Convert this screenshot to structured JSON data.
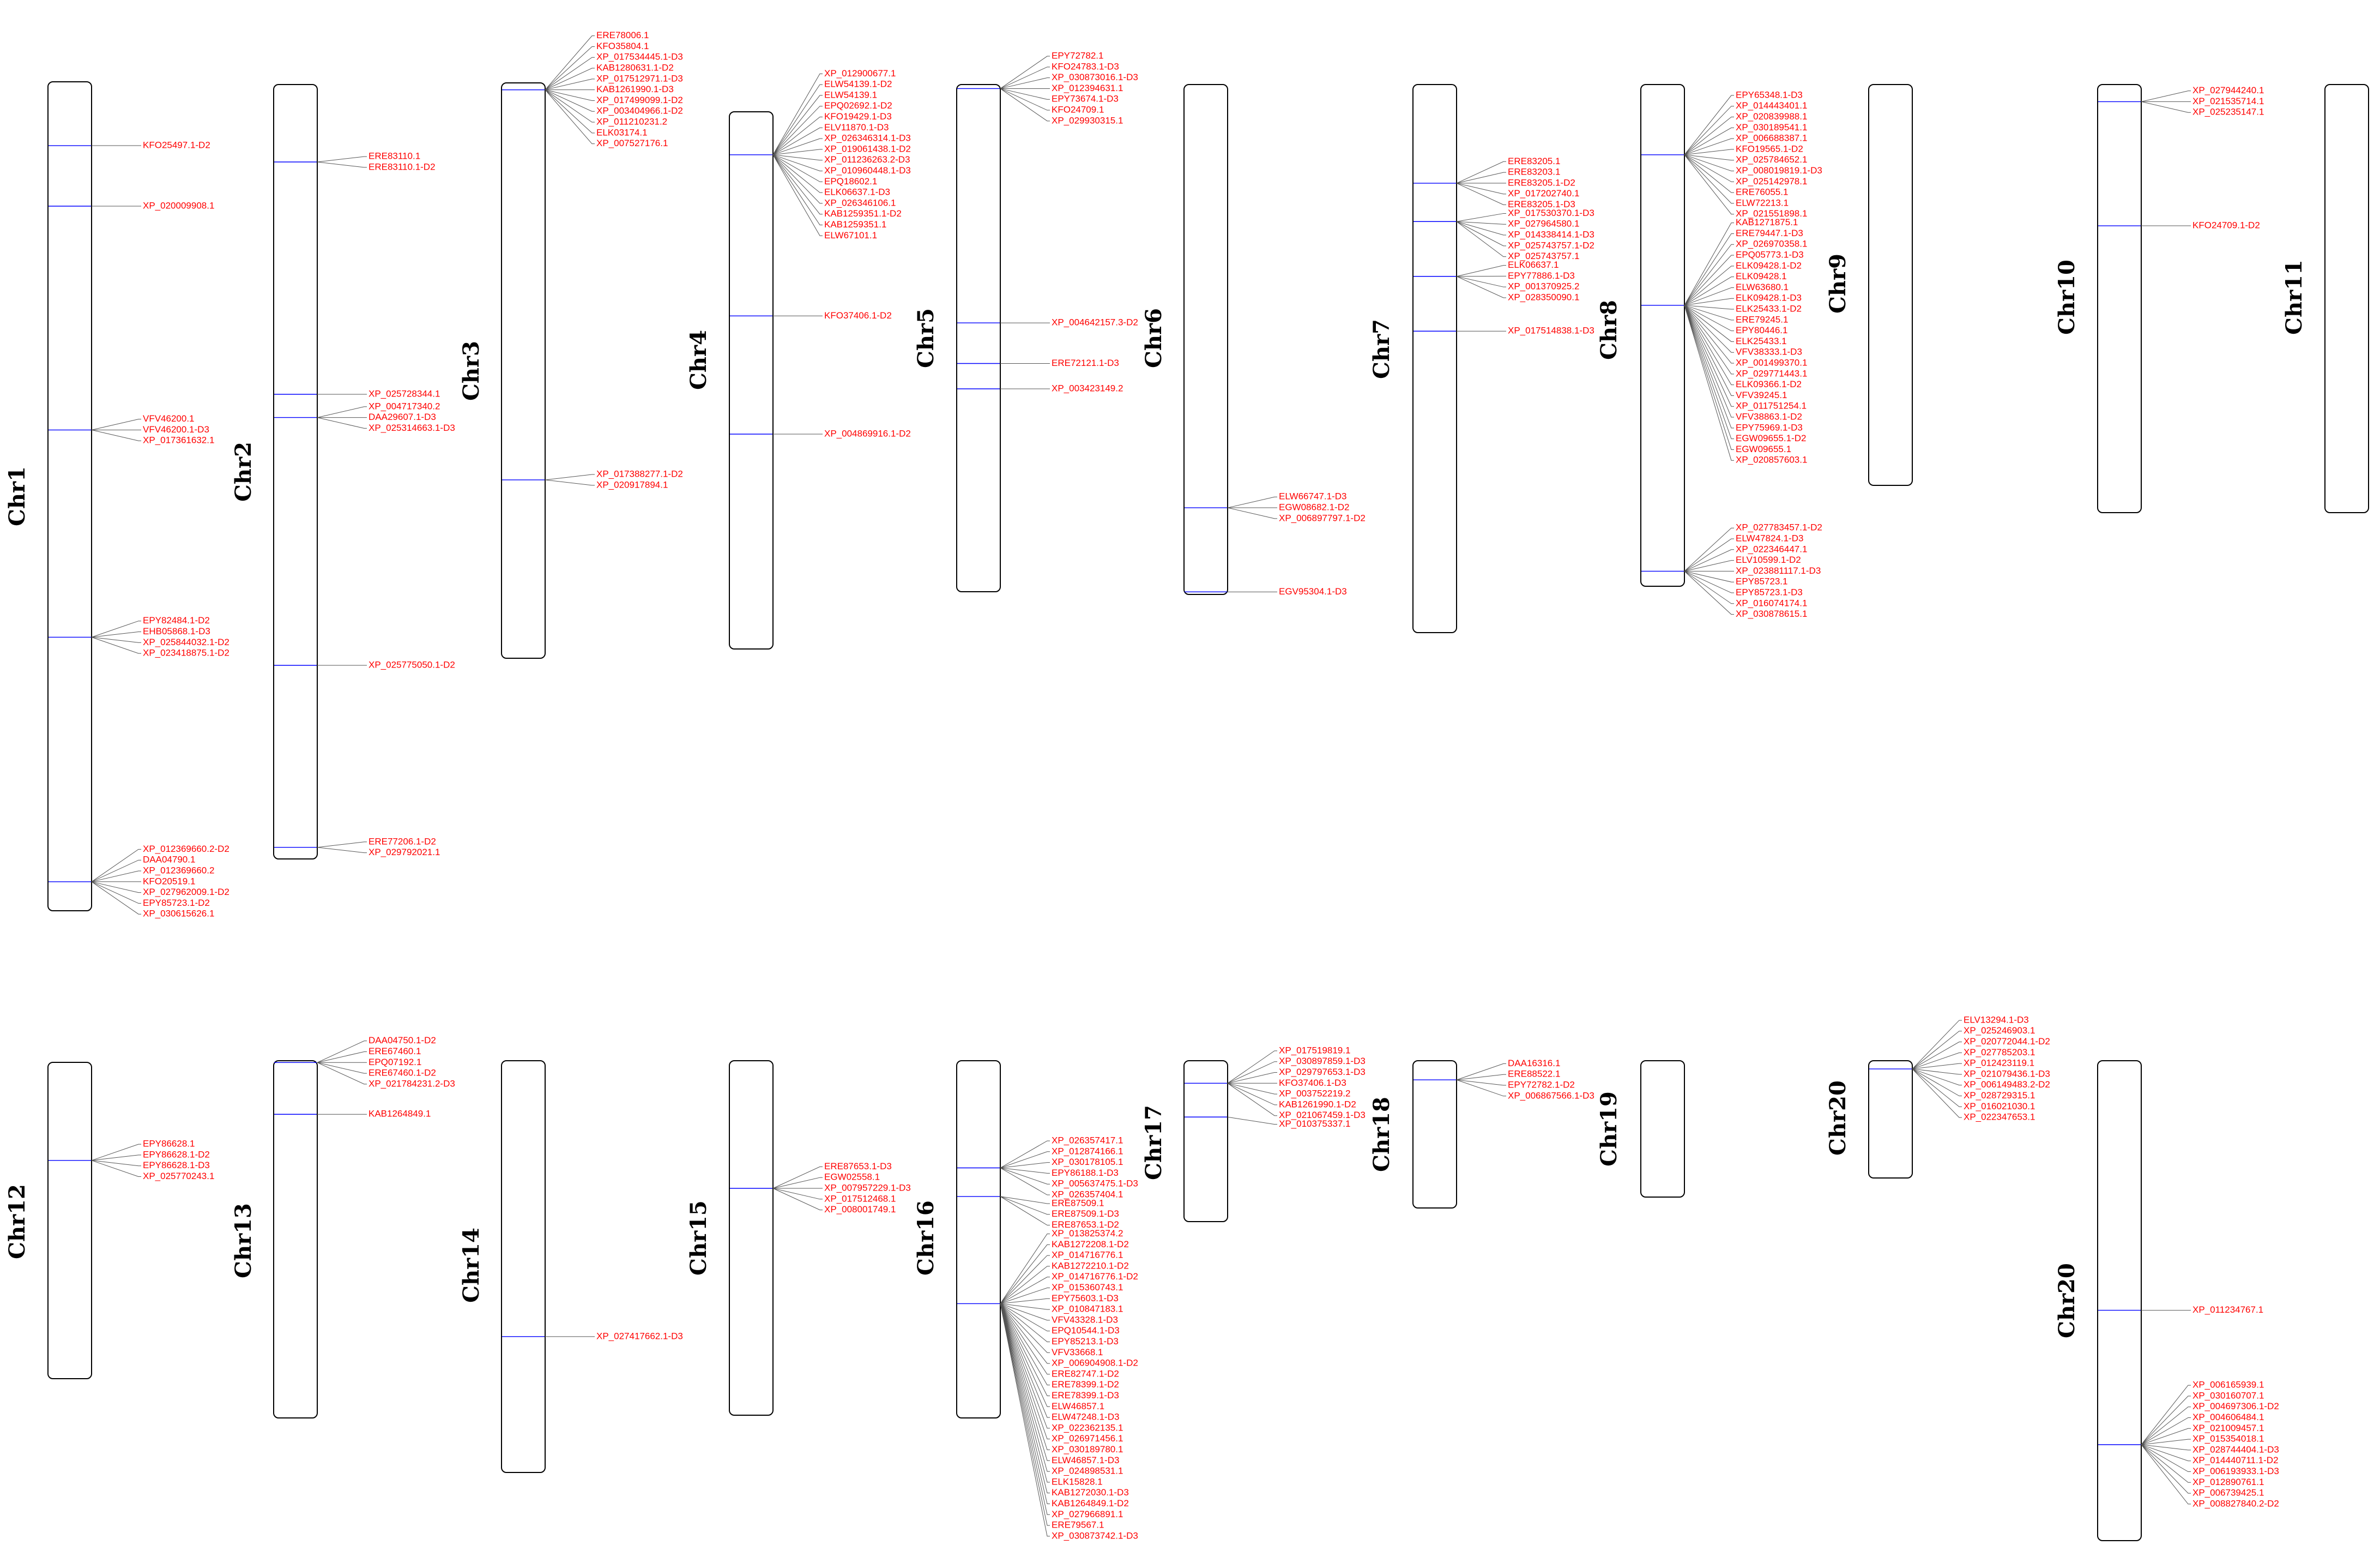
{
  "colors": {
    "gene_label": "#ff0000",
    "marker": "#0000ff",
    "leader": "#555555",
    "outline": "#000000"
  },
  "chromosomes": [
    {
      "label": "Chr1",
      "markers": [
        {
          "pos": 0.077,
          "genes": [
            "KFO25497.1-D2"
          ]
        },
        {
          "pos": 0.15,
          "genes": [
            "XP_020009908.1"
          ]
        },
        {
          "pos": 0.42,
          "genes": [
            "VFV46200.1",
            "VFV46200.1-D3",
            "XP_017361632.1"
          ]
        },
        {
          "pos": 0.67,
          "genes": [
            "EPY82484.1-D2",
            "EHB05868.1-D3",
            "XP_025844032.1-D2",
            "XP_023418875.1-D2"
          ]
        },
        {
          "pos": 0.965,
          "genes": [
            "XP_012369660.2-D2",
            "DAA04790.1",
            "XP_012369660.2",
            "KFO20519.1",
            "XP_027962009.1-D2",
            "EPY85723.1-D2",
            "XP_030615626.1"
          ]
        }
      ]
    },
    {
      "label": "Chr2",
      "markers": [
        {
          "pos": 0.1,
          "genes": [
            "ERE83110.1",
            "ERE83110.1-D2"
          ]
        },
        {
          "pos": 0.4,
          "genes": [
            "XP_025728344.1"
          ]
        },
        {
          "pos": 0.43,
          "genes": [
            "XP_004717340.2",
            "DAA29607.1-D3",
            "XP_025314663.1-D3"
          ]
        },
        {
          "pos": 0.75,
          "genes": [
            "XP_025775050.1-D2"
          ]
        },
        {
          "pos": 0.985,
          "genes": [
            "ERE77206.1-D2",
            "XP_029792021.1"
          ]
        }
      ]
    },
    {
      "label": "Chr3",
      "markers": [
        {
          "pos": 0.012,
          "genes": [
            "ERE78006.1",
            "KFO35804.1",
            "XP_017534445.1-D3",
            "KAB1280631.1-D2",
            "XP_017512971.1-D3",
            "KAB1261990.1-D3",
            "XP_017499099.1-D2",
            "XP_003404966.1-D2",
            "XP_011210231.2",
            "ELK03174.1",
            "XP_007527176.1"
          ]
        },
        {
          "pos": 0.69,
          "genes": [
            "XP_017388277.1-D2",
            "XP_020917894.1"
          ]
        }
      ]
    },
    {
      "label": "Chr4",
      "markers": [
        {
          "pos": 0.08,
          "genes": [
            "XP_012900677.1",
            "ELW54139.1-D2",
            "ELW54139.1",
            "EPQ02692.1-D2",
            "KFO19429.1-D3",
            "ELV11870.1-D3",
            "XP_026346314.1-D3",
            "XP_019061438.1-D2",
            "XP_011236263.2-D3",
            "XP_010960448.1-D3",
            "EPQ18602.1",
            "ELK06637.1-D3",
            "XP_026346106.1",
            "KAB1259351.1-D2",
            "KAB1259351.1",
            "ELW67101.1"
          ]
        },
        {
          "pos": 0.38,
          "genes": [
            "KFO37406.1-D2"
          ]
        },
        {
          "pos": 0.6,
          "genes": [
            "XP_004869916.1-D2"
          ]
        }
      ]
    },
    {
      "label": "Chr5",
      "markers": [
        {
          "pos": 0.008,
          "genes": [
            "EPY72782.1",
            "KFO24783.1-D3",
            "XP_030873016.1-D3",
            "XP_012394631.1",
            "EPY73674.1-D3",
            "KFO24709.1",
            "XP_029930315.1"
          ]
        },
        {
          "pos": 0.47,
          "genes": [
            "XP_004642157.3-D2"
          ]
        },
        {
          "pos": 0.55,
          "genes": [
            "ERE72121.1-D3"
          ]
        },
        {
          "pos": 0.6,
          "genes": [
            "XP_003423149.2"
          ]
        }
      ]
    },
    {
      "label": "Chr6",
      "markers": [
        {
          "pos": 0.83,
          "genes": [
            "ELW66747.1-D3",
            "EGW08682.1-D2",
            "XP_006897797.1-D2"
          ]
        },
        {
          "pos": 0.995,
          "genes": [
            "EGV95304.1-D3"
          ]
        }
      ]
    },
    {
      "label": "Chr7",
      "markers": [
        {
          "pos": 0.18,
          "genes": [
            "ERE83205.1",
            "ERE83203.1",
            "ERE83205.1-D2",
            "XP_017202740.1",
            "ERE83205.1-D3"
          ]
        },
        {
          "pos": 0.25,
          "genes": [
            "XP_017530370.1-D3",
            "XP_027964580.1",
            "XP_014338414.1-D3",
            "XP_025743757.1-D2",
            "XP_025743757.1"
          ]
        },
        {
          "pos": 0.35,
          "genes": [
            "ELK06637.1",
            "EPY77886.1-D3",
            "XP_001370925.2",
            "XP_028350090.1"
          ]
        },
        {
          "pos": 0.45,
          "genes": [
            "XP_017514838.1-D3"
          ]
        }
      ]
    },
    {
      "label": "Chr8",
      "markers": [
        {
          "pos": 0.14,
          "genes": [
            "EPY65348.1-D3",
            "XP_014443401.1",
            "XP_020839988.1",
            "XP_030189541.1",
            "XP_006688387.1",
            "KFO19565.1-D2",
            "XP_025784652.1",
            "XP_008019819.1-D3",
            "XP_025142978.1",
            "ERE76055.1",
            "ELW72213.1",
            "XP_021551898.1"
          ]
        },
        {
          "pos": 0.44,
          "genes": [
            "KAB1271875.1",
            "ERE79447.1-D3",
            "XP_026970358.1",
            "EPQ05773.1-D3",
            "ELK09428.1-D2",
            "ELK09428.1",
            "ELW63680.1",
            "ELK09428.1-D3",
            "ELK25433.1-D2",
            "ERE79245.1",
            "EPY80446.1",
            "ELK25433.1",
            "VFV38333.1-D3",
            "XP_001499370.1",
            "XP_029771443.1",
            "ELK09366.1-D2",
            "VFV39245.1",
            "XP_011751254.1",
            "VFV38863.1-D2",
            "EPY75969.1-D3",
            "EGW09655.1-D2",
            "EGW09655.1",
            "XP_020857603.1"
          ]
        },
        {
          "pos": 0.97,
          "genes": [
            "XP_027783457.1-D2",
            "ELW47824.1-D3",
            "XP_022346447.1",
            "ELV10599.1-D2",
            "XP_023881117.1-D3",
            "EPY85723.1",
            "EPY85723.1-D3",
            "XP_016074174.1",
            "XP_030878615.1"
          ]
        }
      ]
    },
    {
      "label": "Chr9",
      "markers": []
    },
    {
      "label": "Chr10",
      "markers": [
        {
          "pos": 0.04,
          "genes": [
            "XP_027944240.1",
            "XP_021535714.1",
            "XP_025235147.1"
          ]
        },
        {
          "pos": 0.33,
          "genes": [
            "KFO24709.1-D2"
          ]
        }
      ]
    },
    {
      "label": "Chr11",
      "markers": []
    },
    {
      "label": "Chr12",
      "markers": [
        {
          "pos": 0.31,
          "genes": [
            "EPY86628.1",
            "EPY86628.1-D2",
            "EPY86628.1-D3",
            "XP_025770243.1"
          ]
        }
      ]
    },
    {
      "label": "Chr13",
      "markers": [
        {
          "pos": 0.005,
          "genes": [
            "DAA04750.1-D2",
            "ERE67460.1",
            "EPQ07192.1",
            "ERE67460.1-D2",
            "XP_021784231.2-D3"
          ]
        },
        {
          "pos": 0.15,
          "genes": [
            "KAB1264849.1"
          ]
        }
      ]
    },
    {
      "label": "Chr14",
      "markers": [
        {
          "pos": 0.67,
          "genes": [
            "XP_027417662.1-D3"
          ]
        }
      ]
    },
    {
      "label": "Chr15",
      "markers": [
        {
          "pos": 0.36,
          "genes": [
            "ERE87653.1-D3",
            "EGW02558.1",
            "XP_007957229.1-D3",
            "XP_017512468.1",
            "XP_008001749.1"
          ]
        }
      ]
    },
    {
      "label": "Chr16",
      "markers": [
        {
          "pos": 0.3,
          "genes": [
            "XP_026357417.1",
            "XP_012874166.1",
            "XP_030178105.1",
            "EPY86188.1-D3",
            "XP_005637475.1-D3",
            "XP_026357404.1"
          ]
        },
        {
          "pos": 0.38,
          "genes": [
            "ERE87509.1",
            "ERE87509.1-D3",
            "ERE87653.1-D2"
          ]
        },
        {
          "pos": 0.68,
          "genes": [
            "XP_013825374.2",
            "KAB1272208.1-D2",
            "XP_014716776.1",
            "KAB1272210.1-D2",
            "XP_014716776.1-D2",
            "XP_015360743.1",
            "EPY75603.1-D3",
            "XP_010847183.1",
            "VFV43328.1-D3",
            "EPQ10544.1-D3",
            "EPY85213.1-D3",
            "VFV33668.1",
            "XP_006904908.1-D2",
            "ERE82747.1-D2",
            "ERE78399.1-D2",
            "ERE78399.1-D3",
            "ELW46857.1",
            "ELW47248.1-D3",
            "XP_022362135.1",
            "XP_026971456.1",
            "XP_030189780.1",
            "ELW46857.1-D3",
            "XP_024898531.1",
            "ELK15828.1",
            "KAB1272030.1-D3",
            "KAB1264849.1-D2",
            "XP_027966891.1",
            "ERE79567.1",
            "XP_030873742.1-D3"
          ]
        }
      ]
    },
    {
      "label": "Chr17",
      "markers": [
        {
          "pos": 0.14,
          "genes": [
            "XP_017519819.1",
            "XP_030897859.1-D3",
            "XP_029797653.1-D3",
            "KFO37406.1-D3",
            "XP_003752219.2",
            "KAB1261990.1-D2",
            "XP_021067459.1-D3"
          ]
        },
        {
          "pos": 0.35,
          "genes": [
            "XP_010375337.1"
          ]
        }
      ]
    },
    {
      "label": "Chr18",
      "markers": [
        {
          "pos": 0.13,
          "genes": [
            "DAA16316.1",
            "ERE88522.1",
            "EPY72782.1-D2",
            "XP_006867566.1-D3"
          ]
        }
      ]
    },
    {
      "label": "Chr19",
      "markers": []
    },
    {
      "label": "Chr20",
      "markers": [
        {
          "pos": 0.07,
          "genes": [
            "ELV13294.1-D3",
            "XP_025246903.1",
            "XP_020772044.1-D2",
            "XP_027785203.1",
            "XP_012423119.1",
            "XP_021079436.1-D3",
            "XP_006149483.2-D2",
            "XP_028729315.1",
            "XP_016021030.1",
            "XP_022347653.1"
          ]
        }
      ]
    },
    {
      "label": "Chr20",
      "markers": [
        {
          "pos": 0.52,
          "genes": [
            "XP_011234767.1"
          ]
        },
        {
          "pos": 0.8,
          "genes": [
            "XP_006165939.1",
            "XP_030160707.1",
            "XP_004697306.1-D2",
            "XP_004606484.1",
            "XP_021009457.1",
            "XP_015354018.1",
            "XP_028744404.1-D3",
            "XP_014440711.1-D2",
            "XP_006193933.1-D3",
            "XP_012890761.1",
            "XP_006739425.1",
            "XP_008827840.2-D2"
          ]
        }
      ]
    }
  ]
}
